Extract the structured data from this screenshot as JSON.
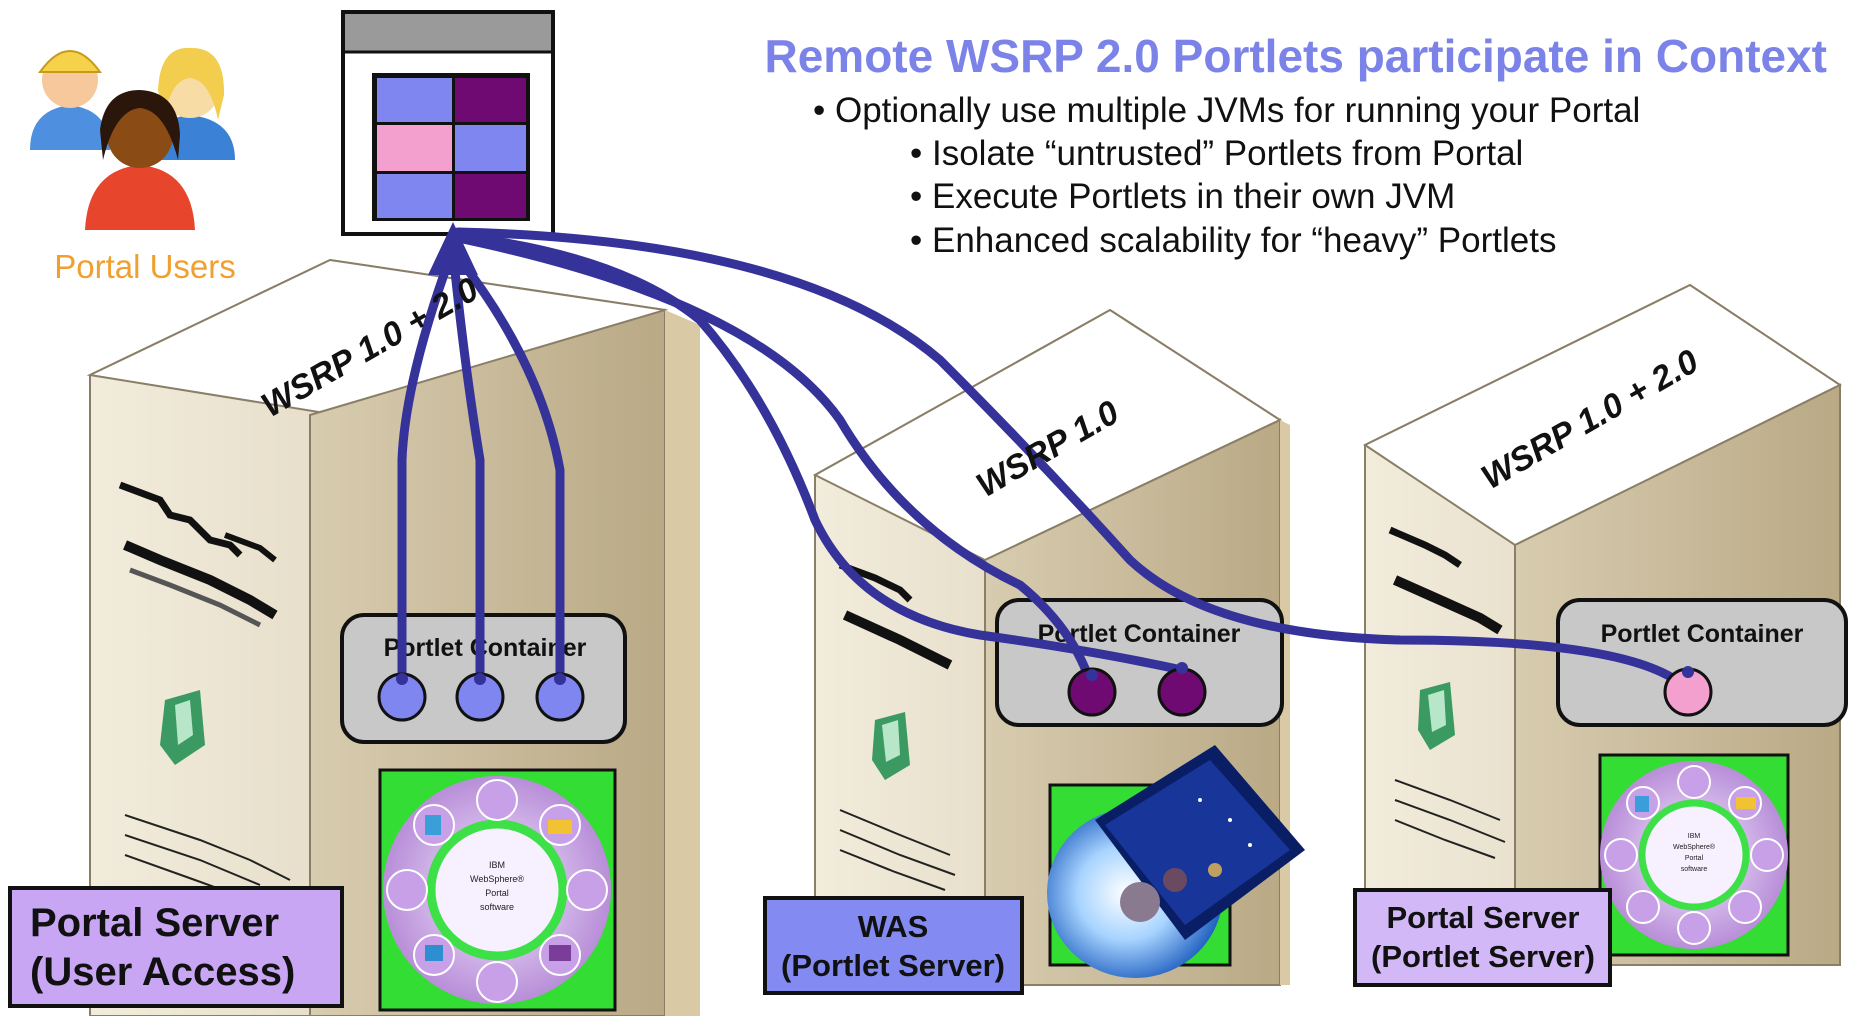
{
  "title": "Remote WSRP 2.0 Portlets participate in Context",
  "bullets": [
    "• Optionally use multiple JVMs for running your Portal",
    "• Isolate “untrusted” Portlets from Portal",
    "• Execute Portlets in their own JVM",
    "• Enhanced scalability for “heavy” Portlets"
  ],
  "users_label": "Portal Users",
  "wsrp_labels": {
    "left": "WSRP 1.0 + 2.0",
    "middle": "WSRP 1.0",
    "right": "WSRP 1.0 + 2.0"
  },
  "container_label": "Portlet Container",
  "servers": {
    "left": {
      "line1": "Portal Server",
      "line2": "(User Access)"
    },
    "middle": {
      "line1": "WAS",
      "line2": "(Portlet Server)"
    },
    "right": {
      "line1": "Portal Server",
      "line2": "(Portlet Server)"
    }
  },
  "logo_text": [
    "IBM",
    "WebSphere®",
    "Portal",
    "software"
  ],
  "colors": {
    "title": "#7b83e8",
    "arrow": "#35329a",
    "portlet_blue": "#7f86f0",
    "portlet_purple": "#6e0a72",
    "portlet_pink": "#f4a0cf",
    "label_left": "#c8a6f4",
    "label_middle": "#838bf2",
    "label_right": "#d3b8f8",
    "users_text": "#f0a030"
  }
}
